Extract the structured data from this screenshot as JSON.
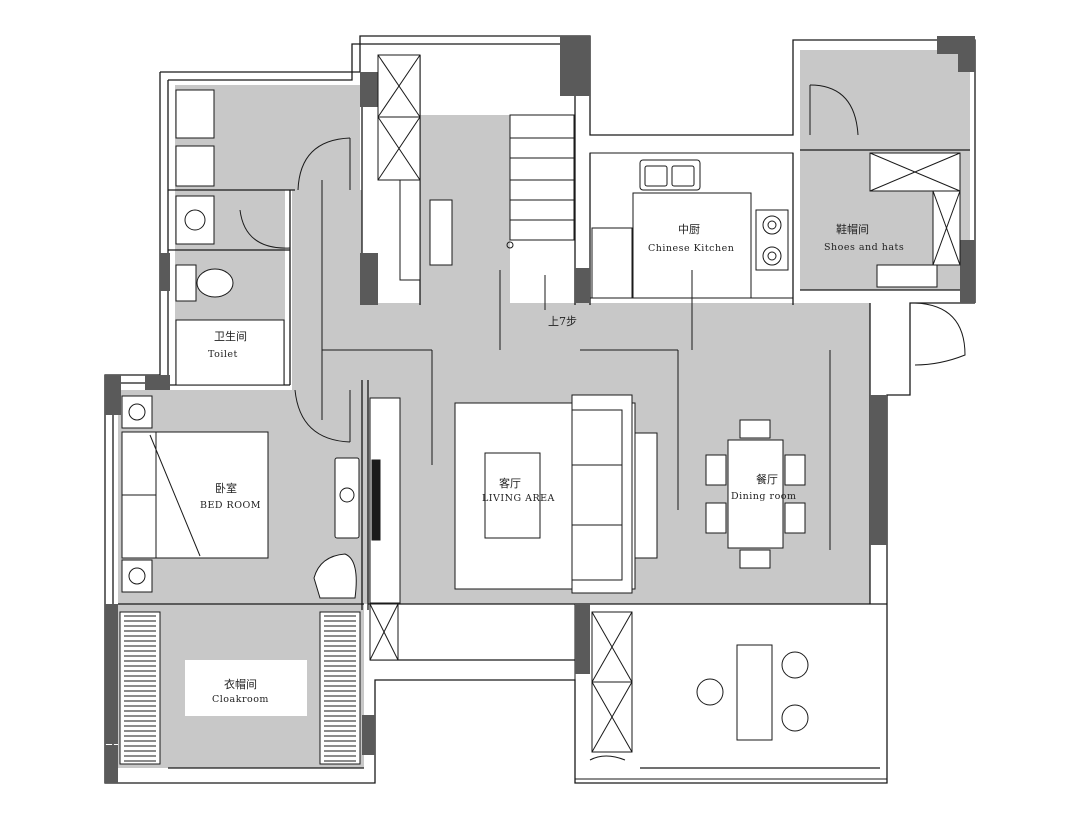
{
  "rooms": {
    "toilet": {
      "zh": "卫生间",
      "en": "Toilet"
    },
    "kitchen": {
      "zh": "中厨",
      "en": "Chinese Kitchen"
    },
    "shoes": {
      "zh": "鞋帽间",
      "en": "Shoes and hats"
    },
    "living": {
      "zh": "客厅",
      "en": "LIVING AREA"
    },
    "dining": {
      "zh": "餐厅",
      "en": "Dining room"
    },
    "bedroom": {
      "zh": "卧室",
      "en": "BED ROOM"
    },
    "cloak": {
      "zh": "衣帽间",
      "en": "Cloakroom"
    }
  },
  "stair_note": "上7步",
  "colors": {
    "floor": "#c8c8c8",
    "wall": "#5a5a5a",
    "line": "#1a1a1a",
    "white": "#ffffff"
  }
}
